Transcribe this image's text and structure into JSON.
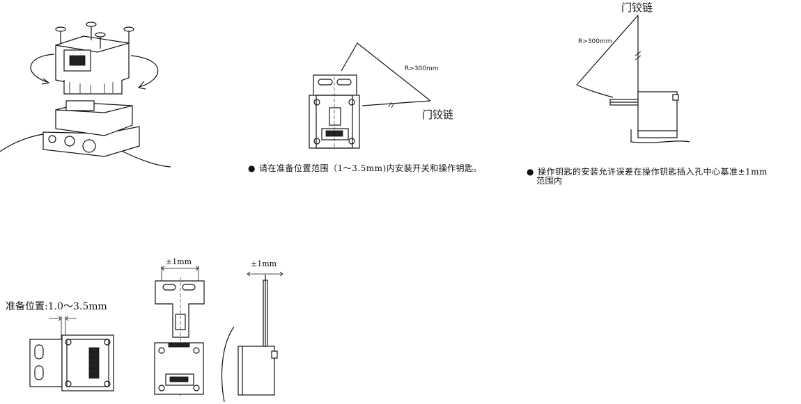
{
  "figure_top_center": {
    "radius_label": "R>300mm",
    "hinge_label": "门铰链",
    "note": "请在准备位置范围（1〜3.5mm)内安装开关和操作钥匙。",
    "bullet": "●"
  },
  "figure_top_right": {
    "radius_label": "R>300mm",
    "hinge_label": "门铰链",
    "note_line1": "操作钥匙的安装允许误差在操作钥匙插入孔中心基准±1mm",
    "note_line2": "范围内",
    "bullet": "●"
  },
  "figure_bottom": {
    "ready_position_label": "准备位置:1.0〜3.5mm",
    "tolerance_front": "±1mm",
    "tolerance_side": "±1mm"
  }
}
